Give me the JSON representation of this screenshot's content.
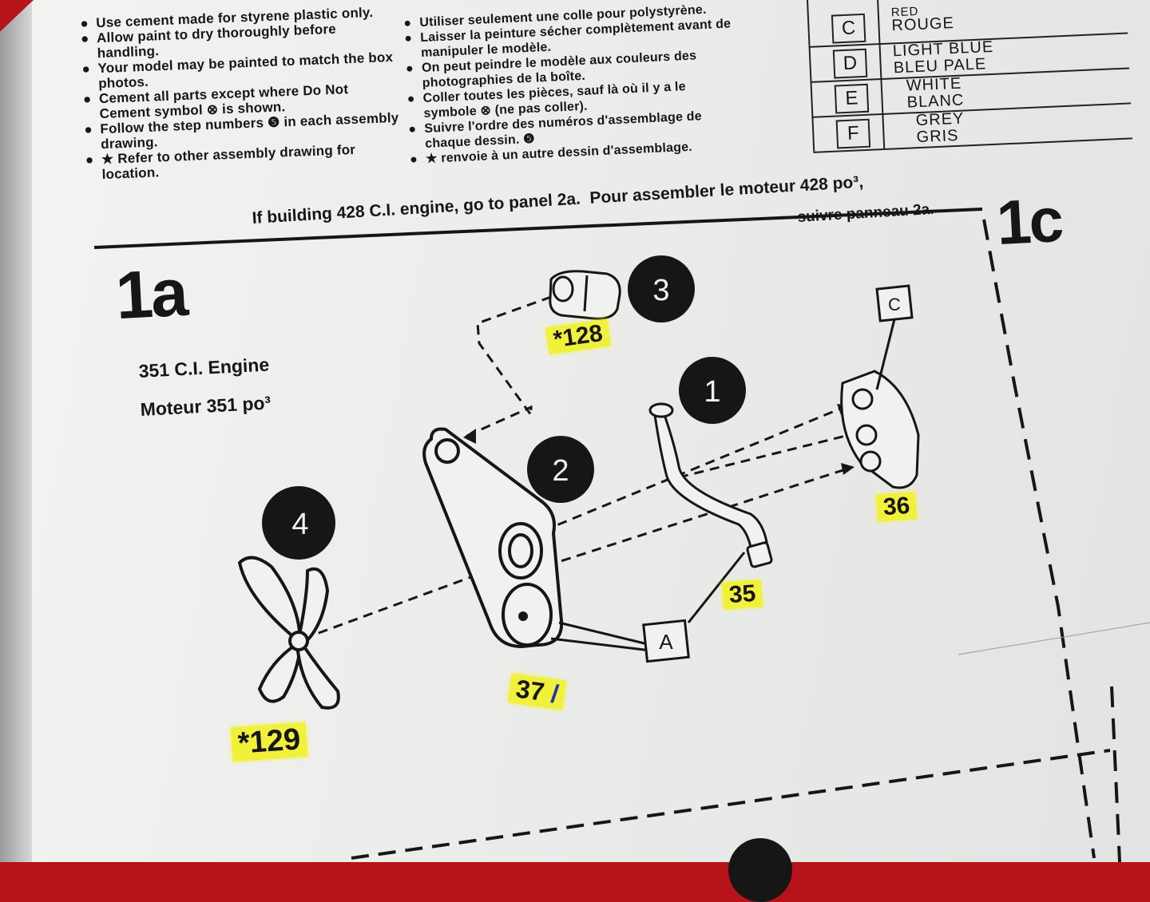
{
  "instructions_en": [
    {
      "bullet": true,
      "text": "Use cement made for styrene plastic only."
    },
    {
      "bullet": true,
      "text": "Allow paint to dry thoroughly before handling."
    },
    {
      "bullet": true,
      "text": "Your model may be painted to match the box photos."
    },
    {
      "bullet": true,
      "text": "Cement all parts except where Do Not Cement symbol ⊗ is shown."
    },
    {
      "bullet": true,
      "text": "Follow the step numbers ❺ in each assembly drawing."
    },
    {
      "bullet": true,
      "text": "★ Refer to other assembly drawing for location."
    }
  ],
  "instructions_fr": [
    {
      "bullet": true,
      "text": "Utiliser seulement une colle pour polystyrène."
    },
    {
      "bullet": true,
      "text": "Laisser la peinture sécher complètement avant de manipuler le modèle."
    },
    {
      "bullet": true,
      "text": "On peut peindre le modèle aux couleurs des photographies de la boîte."
    },
    {
      "bullet": true,
      "text": "Coller toutes les pièces, sauf là où il y a le symbole ⊗ (ne pas coller)."
    },
    {
      "bullet": true,
      "text": "Suivre l'ordre des numéros d'assemblage de chaque dessin. ❺"
    },
    {
      "bullet": true,
      "text": "★ renvoie à un autre dessin d'assemblage."
    }
  ],
  "color_chart": [
    {
      "letter": "C",
      "en": "RED",
      "fr": "ROUGE"
    },
    {
      "letter": "D",
      "en": "LIGHT BLUE",
      "fr": "BLEU PALE"
    },
    {
      "letter": "E",
      "en": "WHITE",
      "fr": "BLANC"
    },
    {
      "letter": "F",
      "en": "GREY",
      "fr": "GRIS"
    }
  ],
  "notice_en": "If building 428 C.I. engine, go to panel 2a.",
  "notice_fr_line1": "Pour assembler le moteur 428 po³,",
  "notice_fr_line2": "suivre panneau 2a.",
  "panel_1a": {
    "id": "1a",
    "title_en": "351 C.I. Engine",
    "title_fr": "Moteur 351 po³"
  },
  "panel_1c": {
    "id": "1c"
  },
  "steps": [
    "1",
    "2",
    "3",
    "4"
  ],
  "parts": [
    "*128",
    "*129",
    "35",
    "36",
    "37",
    "/"
  ],
  "color_callouts": [
    "A",
    "C"
  ],
  "colors": {
    "highlight": "#f1f03a",
    "ink": "#161616",
    "background": "#b7131a"
  }
}
